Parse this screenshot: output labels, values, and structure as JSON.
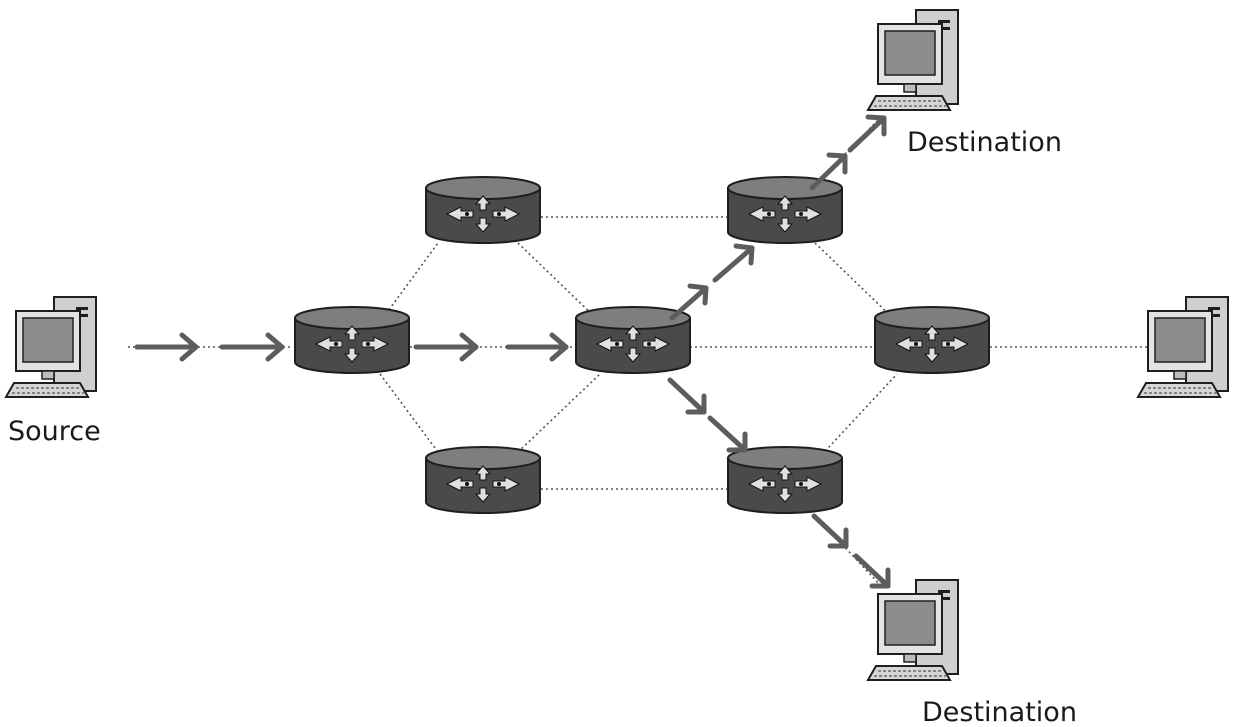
{
  "labels": {
    "source": "Source",
    "destination_top": "Destination",
    "destination_bottom": "Destination"
  },
  "icons": {
    "computer": "desktop-computer-icon",
    "router": "router-icon"
  },
  "colors": {
    "router_body": "#4a4a4a",
    "router_top": "#808080",
    "arrow": "#5d5d5d",
    "link": "#555555",
    "monitor_screen": "#8c8c8c",
    "case": "#d0d0d0"
  }
}
